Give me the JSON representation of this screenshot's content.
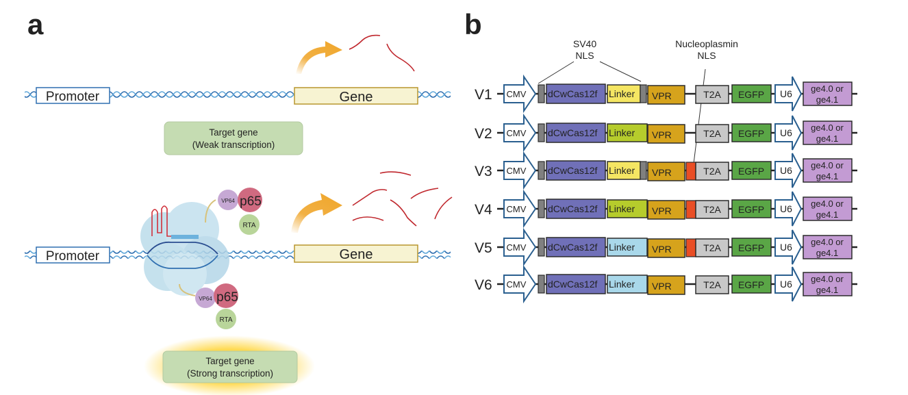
{
  "panel_a": {
    "label": "a",
    "weak": {
      "promoter_label": "Promoter",
      "gene_label": "Gene",
      "status_line1": "Target gene",
      "status_line2": "(Weak transcription)"
    },
    "strong": {
      "promoter_label": "Promoter",
      "gene_label": "Gene",
      "activator_top": {
        "vp64": "VP64",
        "p65": "p65",
        "rta": "RTA"
      },
      "activator_bottom": {
        "vp64": "VP64",
        "p65": "p65",
        "rta": "RTA"
      },
      "status_line1": "Target gene",
      "status_line2": "(Strong transcription)"
    },
    "colors": {
      "dna": "#2f6fb0",
      "promoter_border": "#2f6fb0",
      "gene_fill": "#f7f3d2",
      "gene_border": "#b8962e",
      "arrow": "#f0a830",
      "rna": "#c0282e",
      "status_fill": "#c5dcb2",
      "glow": "#ffd84a",
      "cas_cloud": "#bcdceb"
    }
  },
  "panel_b": {
    "label": "b",
    "sv40_label_line1": "SV40",
    "sv40_label_line2": "NLS",
    "nucleoplasmin_label_line1": "Nucleoplasmin",
    "nucleoplasmin_label_line2": "NLS",
    "constructs": [
      {
        "name": "V1",
        "cmv": "CMV",
        "cas": "dCwCas12f",
        "linker": "Linker",
        "linker_color": "#f5e663",
        "sv40_after_linker": true,
        "vpr": "VPR",
        "nucleoplasmin_nls": false,
        "t2a": "T2A",
        "egfp": "EGFP",
        "u6": "U6",
        "guide_line1": "ge4.0 or",
        "guide_line2": "ge4.1"
      },
      {
        "name": "V2",
        "cmv": "CMV",
        "cas": "dCwCas12f",
        "linker": "Linker",
        "linker_color": "#b6cc2c",
        "sv40_after_linker": false,
        "vpr": "VPR",
        "nucleoplasmin_nls": false,
        "t2a": "T2A",
        "egfp": "EGFP",
        "u6": "U6",
        "guide_line1": "ge4.0 or",
        "guide_line2": "ge4.1"
      },
      {
        "name": "V3",
        "cmv": "CMV",
        "cas": "dCwCas12f",
        "linker": "Linker",
        "linker_color": "#f5e663",
        "sv40_after_linker": true,
        "vpr": "VPR",
        "nucleoplasmin_nls": true,
        "t2a": "T2A",
        "egfp": "EGFP",
        "u6": "U6",
        "guide_line1": "ge4.0 or",
        "guide_line2": "ge4.1"
      },
      {
        "name": "V4",
        "cmv": "CMV",
        "cas": "dCwCas12f",
        "linker": "Linker",
        "linker_color": "#b6cc2c",
        "sv40_after_linker": false,
        "vpr": "VPR",
        "nucleoplasmin_nls": true,
        "t2a": "T2A",
        "egfp": "EGFP",
        "u6": "U6",
        "guide_line1": "ge4.0 or",
        "guide_line2": "ge4.1"
      },
      {
        "name": "V5",
        "cmv": "CMV",
        "cas": "dCwCas12f",
        "linker": "Linker",
        "linker_color": "#a9d8ea",
        "sv40_after_linker": false,
        "vpr": "VPR",
        "nucleoplasmin_nls": true,
        "t2a": "T2A",
        "egfp": "EGFP",
        "u6": "U6",
        "guide_line1": "ge4.0 or",
        "guide_line2": "ge4.1"
      },
      {
        "name": "V6",
        "cmv": "CMV",
        "cas": "dCwCas12f",
        "linker": "Linker",
        "linker_color": "#a9d8ea",
        "sv40_after_linker": false,
        "vpr": "VPR",
        "nucleoplasmin_nls": false,
        "t2a": "T2A",
        "egfp": "EGFP",
        "u6": "U6",
        "guide_line1": "ge4.0 or",
        "guide_line2": "ge4.1"
      }
    ],
    "colors": {
      "promoter_border": "#2a5f8f",
      "sv40_nls": "#808080",
      "cas": "#7070b8",
      "vpr": "#d6a31c",
      "nucleoplasmin_nls": "#e94e25",
      "t2a": "#c8c8c8",
      "egfp": "#5aa646",
      "guide": "#c39bd3",
      "outline": "#2b2b2b"
    }
  }
}
